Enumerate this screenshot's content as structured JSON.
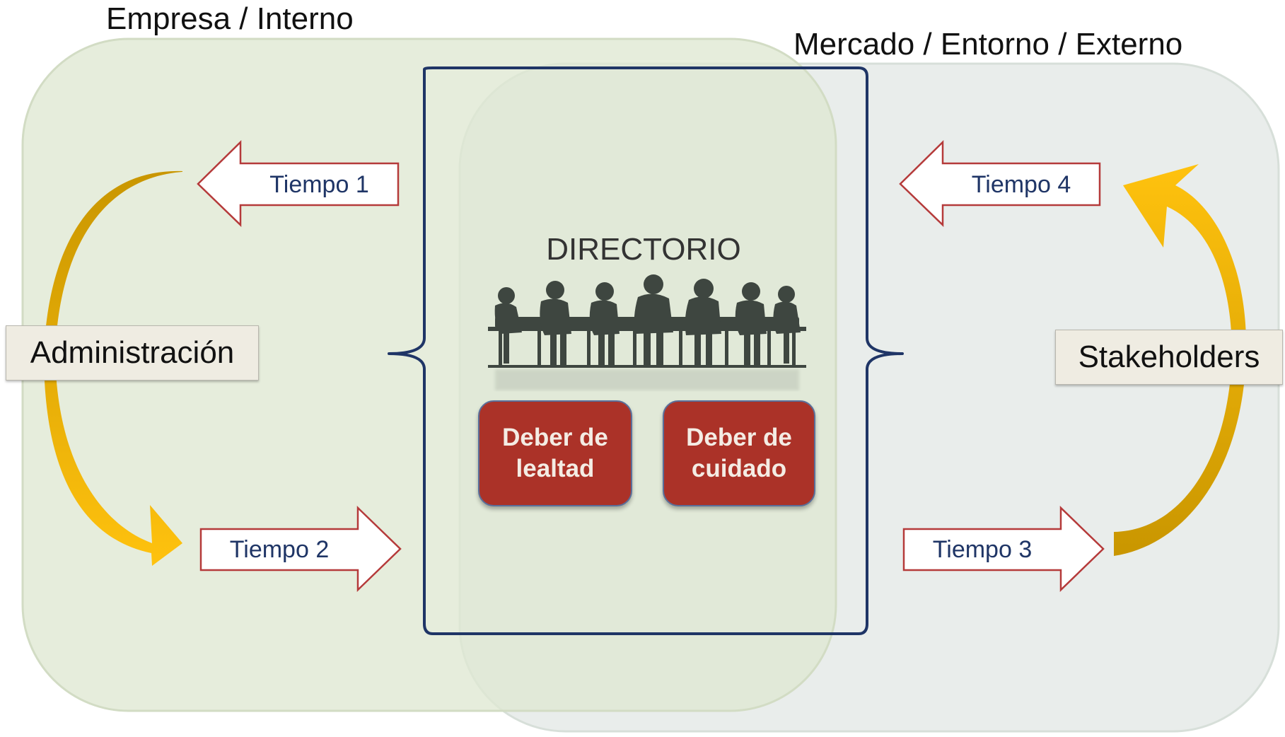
{
  "regions": {
    "internal_label": "Empresa / Interno",
    "external_label": "Mercado / Entorno / Externo"
  },
  "board": {
    "title": "DIRECTORIO",
    "duties": [
      "Deber de lealtad",
      "Deber de cuidado"
    ]
  },
  "actors": {
    "left": "Administración",
    "right": "Stakeholders"
  },
  "flows": {
    "t1": "Tiempo 1",
    "t2": "Tiempo 2",
    "t3": "Tiempo 3",
    "t4": "Tiempo 4"
  },
  "colors": {
    "internal_fill": "#e5ecdc",
    "external_fill": "#e9edeb",
    "bracket": "#1f3566",
    "curved_arrow": "#f2b600",
    "arrow_outline": "#b53a3a",
    "duty_fill": "#ab3228",
    "silhouette": "#3e4640"
  },
  "icons": {
    "board_meeting": "board-meeting-silhouette-icon"
  }
}
